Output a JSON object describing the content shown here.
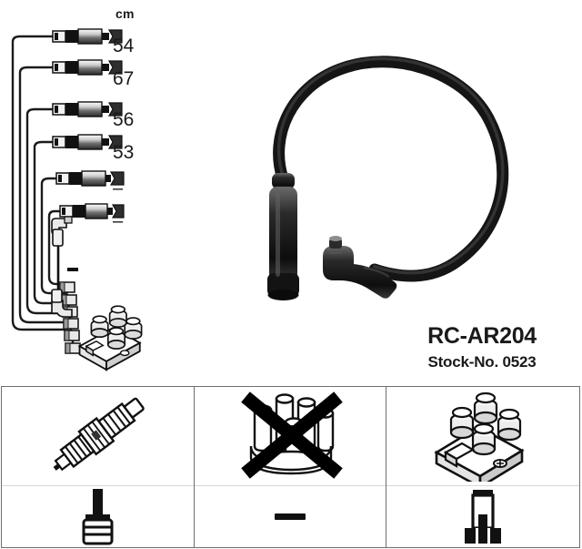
{
  "product": {
    "code": "RC-AR204",
    "stock_label": "Stock-No. 0523"
  },
  "measurements": {
    "unit_header": "cm",
    "rows": [
      {
        "index": 1,
        "value": "54",
        "type": "length"
      },
      {
        "index": 2,
        "value": "67",
        "type": "length"
      },
      {
        "index": 3,
        "value": "56",
        "type": "length"
      },
      {
        "index": 4,
        "value": "53",
        "type": "length"
      },
      {
        "index": 5,
        "value": "–",
        "type": "none"
      },
      {
        "index": 6,
        "value": "–",
        "type": "none"
      }
    ]
  },
  "diagram": {
    "harness_name": "ignition-cable-harness",
    "cable_count": 6,
    "extra_cable_name": "coil-to-coil-jumper-cable",
    "coil_pack_name": "ignition-coil-pack",
    "feature_cable_name": "featured-ignition-lead",
    "feature_boot_straight": "straight-spark-plug-boot",
    "feature_boot_angled": "right-angle-coil-boot"
  },
  "panels": {
    "columns": [
      {
        "id": "spark-plug-column",
        "top_icon": "spark-plug-icon",
        "top_label": "spark plug connection",
        "bottom_icon": "straight-plug-boot-icon",
        "bottom_label": "straight boot terminal",
        "crossed_out": false,
        "bottom_dash": ""
      },
      {
        "id": "distributor-cap-column",
        "top_icon": "distributor-cap-icon",
        "top_label": "distributor cap connection",
        "bottom_icon": "dash-icon",
        "bottom_label": "not applicable",
        "crossed_out": true,
        "bottom_dash": "—"
      },
      {
        "id": "ignition-coil-column",
        "top_icon": "ignition-coil-icon",
        "top_label": "ignition coil connection",
        "bottom_icon": "coil-terminal-boot-icon",
        "bottom_label": "coil terminal boot",
        "crossed_out": false,
        "bottom_dash": ""
      }
    ]
  },
  "colors": {
    "ink": "#111111",
    "panel_border": "#6e6e6e",
    "panel_divider": "#d6d6d6",
    "background": "#ffffff"
  }
}
